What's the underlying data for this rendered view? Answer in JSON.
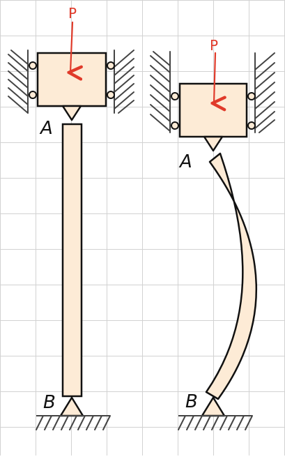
{
  "colors": {
    "background": "#ffffff",
    "grid": "#d2d2d2",
    "outline": "#111111",
    "member_fill": "#fdebd6",
    "force_arrow": "#e03a2a",
    "hatch": "#444444"
  },
  "left_figure": {
    "force_label": "P",
    "top_point_label": "A",
    "bottom_point_label": "B",
    "state": "straight column"
  },
  "right_figure": {
    "force_label": "P",
    "top_point_label": "A",
    "bottom_point_label": "B",
    "state": "buckled column"
  }
}
